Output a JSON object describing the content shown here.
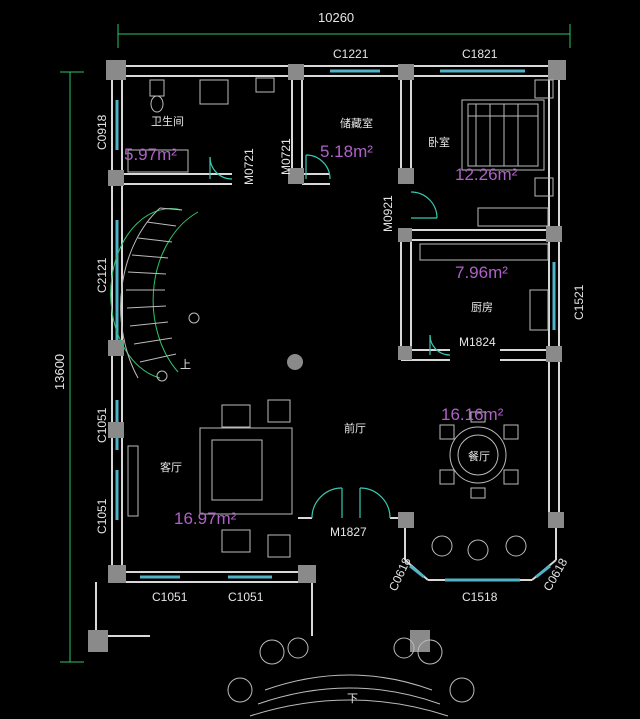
{
  "dimensions": {
    "width_total": "10260",
    "height_total": "13600"
  },
  "rooms": {
    "bathroom": {
      "name": "卫生间",
      "area": "5.97m²"
    },
    "storage": {
      "name": "储藏室",
      "area": "5.18m²"
    },
    "bedroom": {
      "name": "卧室",
      "area": "12.26m²"
    },
    "kitchen": {
      "name": "厨房",
      "area": "7.96m²"
    },
    "foyer": {
      "name": "前厅"
    },
    "living": {
      "name": "客厅",
      "area": "16.97m²"
    },
    "dining": {
      "name": "餐厅",
      "area": "16.16m²"
    }
  },
  "stair_labels": {
    "up": "上",
    "down": "下"
  },
  "labels": {
    "c1221": "C1221",
    "c1821": "C1821",
    "c0918": "C0918",
    "m0721_a": "M0721",
    "m0721_b": "M0721",
    "m0921": "M0921",
    "c2121": "C2121",
    "c1521": "C1521",
    "m1824": "M1824",
    "c1051_left1": "C1051",
    "c1051_left2": "C1051",
    "m1827": "M1827",
    "c0618_left": "C0618",
    "c0618_right": "C0618",
    "c1051_bottom1": "C1051",
    "c1051_bottom2": "C1051",
    "c1518": "C1518"
  },
  "colors": {
    "wall": "#d8d8d8",
    "column": "#8a8a8a",
    "window": "#4fb3c9",
    "door": "#38c9b0",
    "dimension": "#2ec46a",
    "area_text": "#b060c8",
    "background": "#000000"
  }
}
